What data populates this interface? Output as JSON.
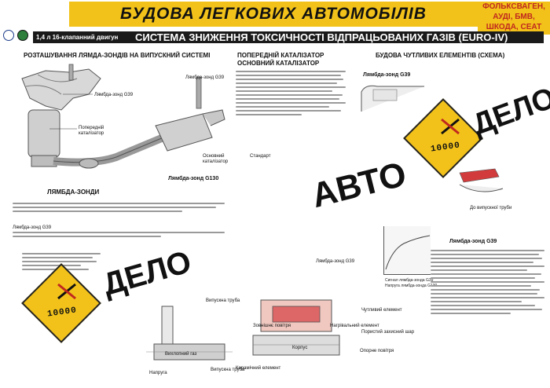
{
  "header": {
    "main_title": "БУДОВА ЛЕГКОВИХ АВТОМОБІЛІВ",
    "brands": [
      "ФОЛЬКСВАГЕН,",
      "АУДІ, БМВ,",
      "ШКОДА, СЕАТ"
    ],
    "engine": "1,4 л 16-клапанний двигун",
    "system_title": "СИСТЕМА ЗНИЖЕННЯ ТОКСИЧНОСТІ ВІДПРАЦЬОВАНИХ ГАЗІВ (EURO-IV)"
  },
  "sections": {
    "placement": "РОЗТАШУВАННЯ ЛЯМДА-ЗОНДІВ НА ВИПУСКНИЙ СИСТЕМІ",
    "catalyst": [
      "ПОПЕРЕДНІЙ КАТАЛІЗАТОР",
      "ОСНОВНИЙ КАТАЛІЗАТОР"
    ],
    "sensors": "БУДОВА ЧУТЛИВИХ ЕЛЕМЕНТІВ (СХЕМА)",
    "lambda_probes": "ЛЯМБДА-ЗОНДИ"
  },
  "labels": {
    "lambda_g39_top": "Лямбда-зонд G39",
    "lambda_g39_mid": "Лямбда-зонд G39",
    "pre_catalyst": "Попередній каталізатор",
    "main_catalyst": "Основний каталізатор",
    "lambda_g130": "Лямбда-зонд G130",
    "lambda_g39_right": "Лямбда-зонд G39",
    "exhaust_gas": "Вихлопний газ",
    "exhaust_pipe": "Випускна труба",
    "voltage": "Напруга",
    "standard": "Стандарт",
    "lambda_g39_graph": "Лямбда-зонд G39",
    "lambda_g39_paragraph": "Лямбда-зонд G39",
    "lambda_g39_small": "Лямбда-зонд G39",
    "ceramic": "Керамічний елемент",
    "external_air": "Зовнішнє повітря",
    "housing": "Корпус",
    "heating": "Нагрівальний елемент",
    "to_exhaust": "До випускної труби",
    "outlet": "Випускна труба",
    "sensor_element": "Чутливий елемент",
    "porous": "Пористий захисний шар",
    "ref_air": "Опорне повітря"
  },
  "graph_legend": [
    "Сигнал лямбда-зонда G39",
    "Напруга лямбда-зонда G130"
  ],
  "stamps": {
    "counter": "10000",
    "word_1": "АВТО",
    "word_2": "ДЕЛО",
    "word_3": "ДЕЛО"
  }
}
